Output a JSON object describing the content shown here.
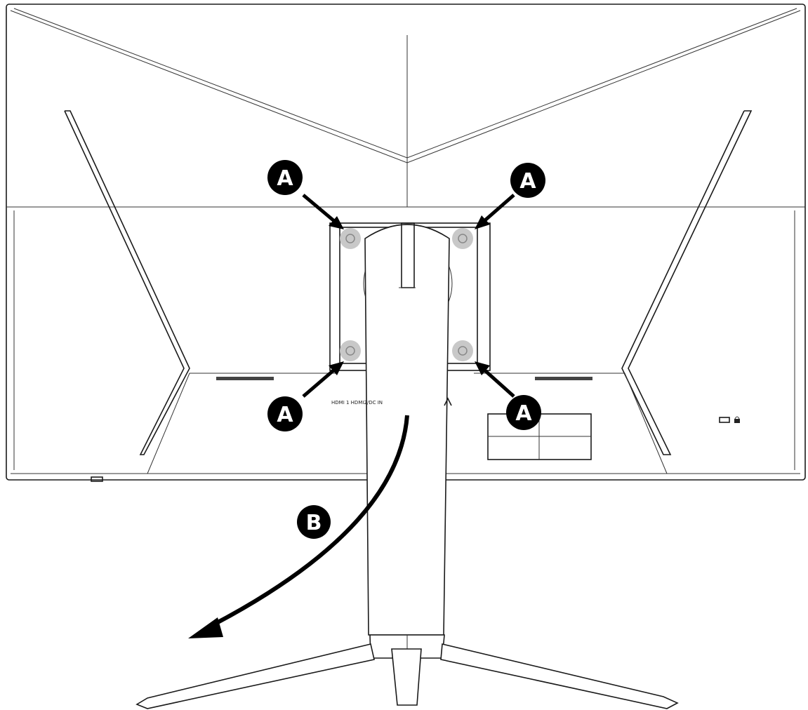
{
  "callouts": {
    "a": "A",
    "b": "B"
  },
  "port_label": "HDMI 1 HDMI2/DC IN",
  "colors": {
    "line": "#1a1a1a",
    "screw": "#c8c8c8",
    "arrow": "#000000",
    "background": "#ffffff"
  },
  "icons": [
    "screw-icon",
    "arrow-icon",
    "usb-port-icon",
    "lock-icon"
  ]
}
